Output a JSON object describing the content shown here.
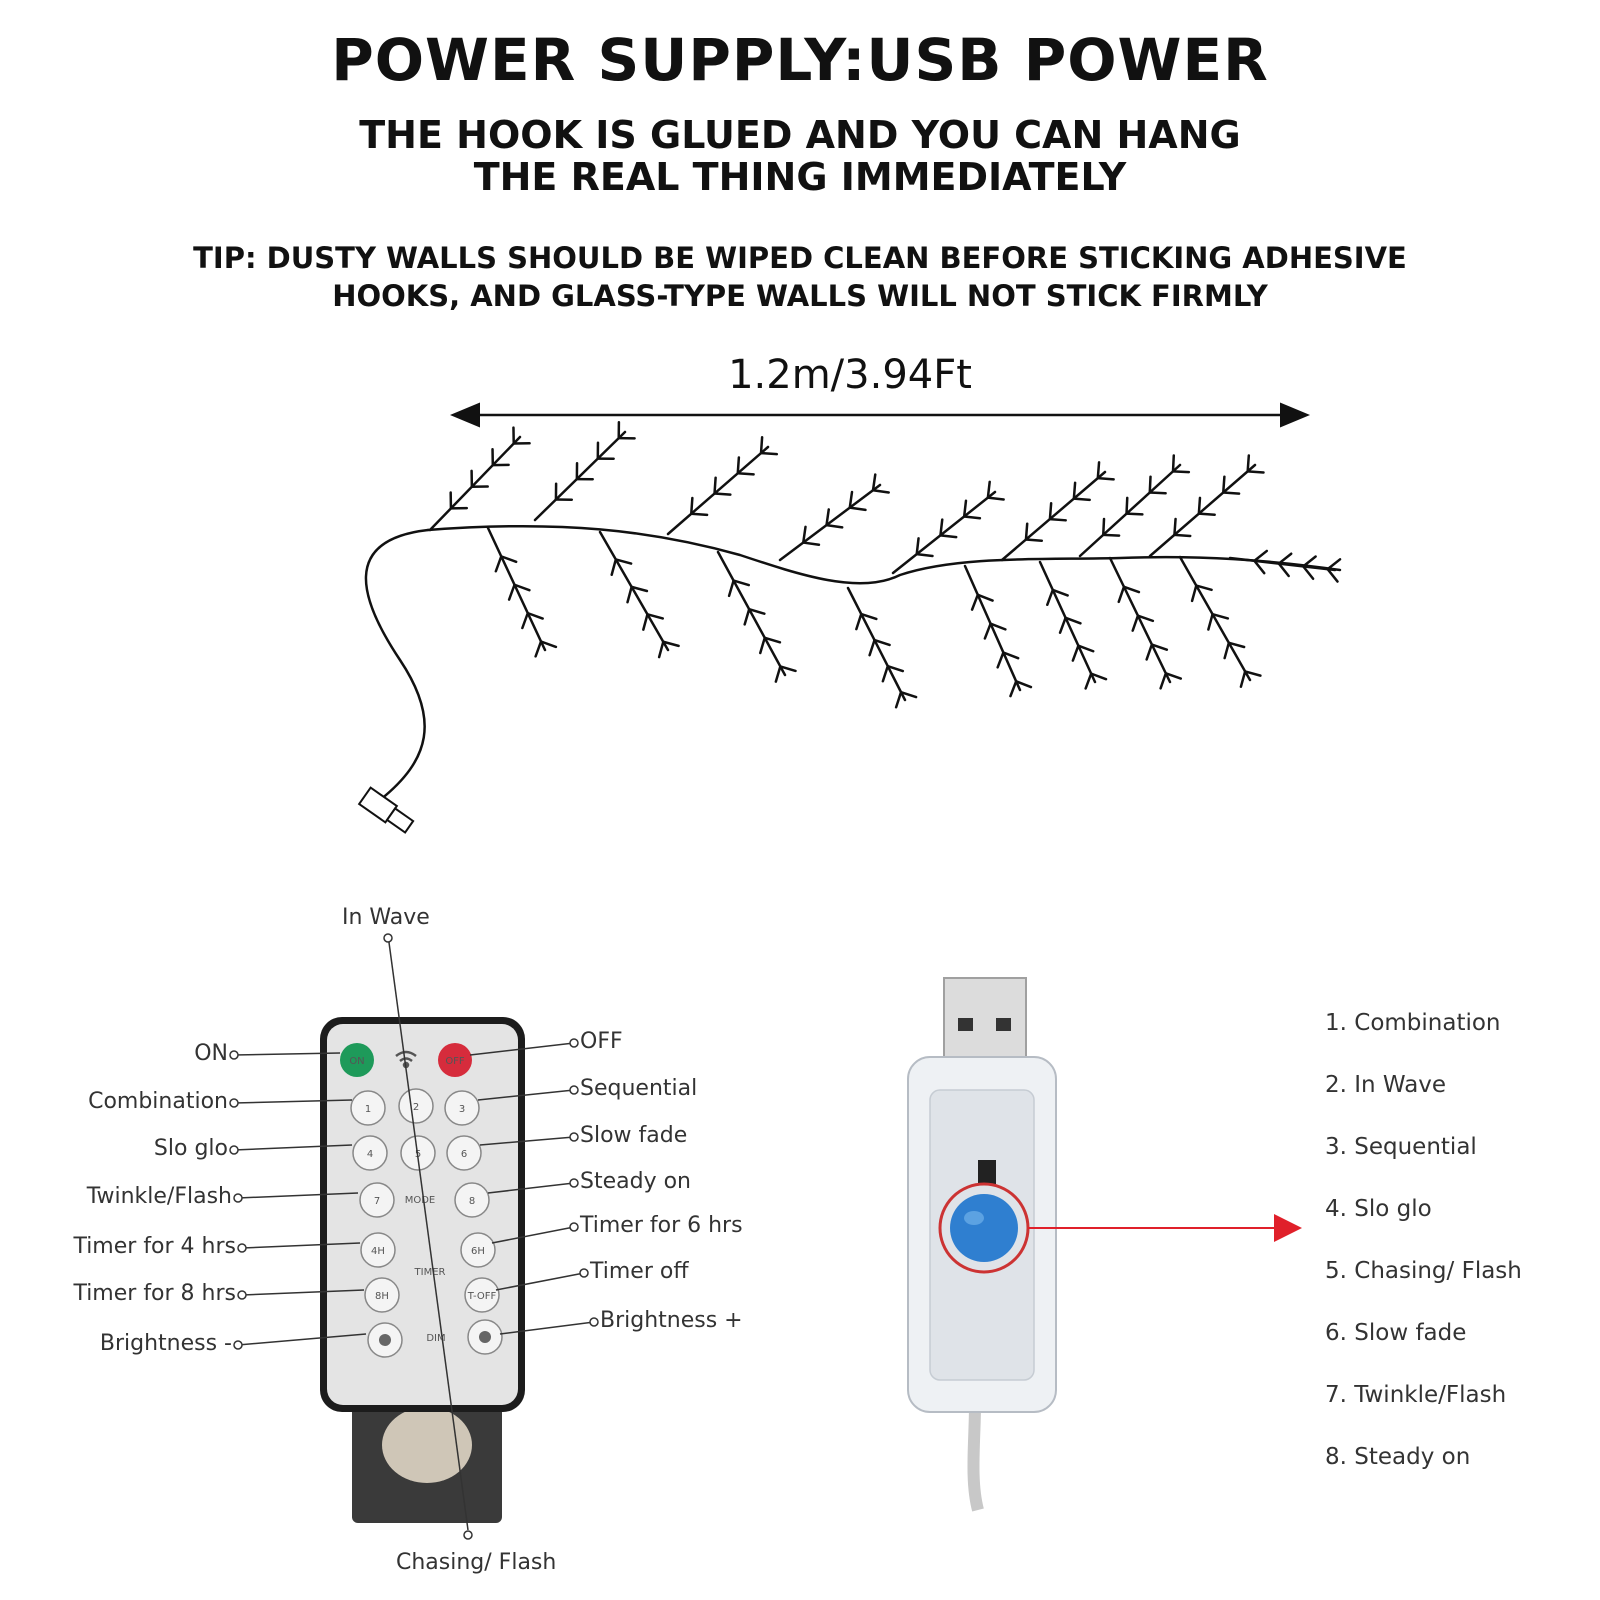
{
  "header": {
    "title": "POWER SUPPLY:USB POWER",
    "subtitle_line1": "THE HOOK IS GLUED AND YOU CAN HANG",
    "subtitle_line2": "THE REAL THING IMMEDIATELY",
    "tip_line1": "TIP: DUSTY WALLS SHOULD BE WIPED CLEAN BEFORE STICKING ADHESIVE",
    "tip_line2": "HOOKS, AND GLASS-TYPE WALLS WILL NOT STICK FIRMLY"
  },
  "dimension_label": "1.2m/3.94Ft",
  "remote": {
    "top_label": "In Wave",
    "bottom_label": "Chasing/ Flash",
    "left_labels": [
      "ON",
      "Combination",
      "Slo glo",
      "Twinkle/Flash",
      "Timer for 4 hrs",
      "Timer for 8 hrs",
      "Brightness -"
    ],
    "right_labels": [
      "OFF",
      "Sequential",
      "Slow fade",
      "Steady on",
      "Timer for 6 hrs",
      "Timer off",
      "Brightness +"
    ],
    "buttons": {
      "on": "ON",
      "off": "OFF",
      "n1": "1",
      "n2": "2",
      "n3": "3",
      "n4": "4",
      "n5": "5",
      "n6": "6",
      "n7": "7",
      "n8": "8",
      "mode": "MODE",
      "h4": "4H",
      "h6": "6H",
      "h8": "8H",
      "timer": "TIMER",
      "timer_off": "T-OFF",
      "dim": "DIM"
    }
  },
  "usb_modes": [
    "1. Combination",
    "2. In Wave",
    "3. Sequential",
    "4. Slo glo",
    "5. Chasing/ Flash",
    "6. Slow fade",
    "7. Twinkle/Flash",
    "8. Steady on"
  ],
  "colors": {
    "on_button": "#1e9a5a",
    "off_button": "#d62c3c",
    "usb_button": "#2f7fd0",
    "arrow": "#e0202a"
  }
}
